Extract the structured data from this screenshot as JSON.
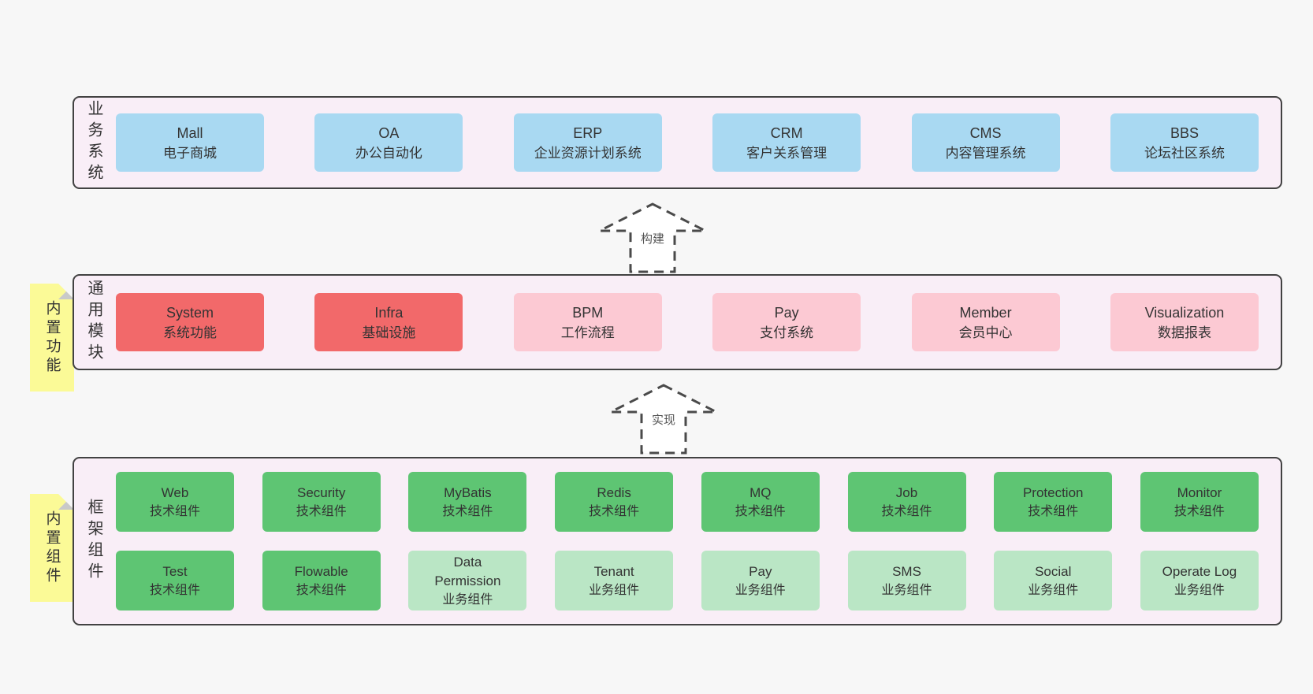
{
  "colors": {
    "page_bg": "#f7f7f7",
    "panel_bg": "#f9eef7",
    "panel_border": "#424242",
    "blue": "#a9d9f2",
    "red": "#f2696a",
    "pink": "#fcc9d3",
    "green": "#5ec573",
    "light_green": "#bae6c5",
    "yellow": "#fbfa97",
    "fold": "#c9c9c9",
    "text": "#333333",
    "arrow_stroke": "#4a4a4a"
  },
  "panels": [
    {
      "label": "业务系统",
      "boxes": [
        {
          "title": "Mall",
          "subtitle": "电子商城",
          "color": "blue"
        },
        {
          "title": "OA",
          "subtitle": "办公自动化",
          "color": "blue"
        },
        {
          "title": "ERP",
          "subtitle": "企业资源计划系统",
          "color": "blue"
        },
        {
          "title": "CRM",
          "subtitle": "客户关系管理",
          "color": "blue"
        },
        {
          "title": "CMS",
          "subtitle": "内容管理系统",
          "color": "blue"
        },
        {
          "title": "BBS",
          "subtitle": "论坛社区系统",
          "color": "blue"
        }
      ]
    },
    {
      "label": "通用模块",
      "note": "内置功能",
      "boxes": [
        {
          "title": "System",
          "subtitle": "系统功能",
          "color": "red"
        },
        {
          "title": "Infra",
          "subtitle": "基础设施",
          "color": "red"
        },
        {
          "title": "BPM",
          "subtitle": "工作流程",
          "color": "pink"
        },
        {
          "title": "Pay",
          "subtitle": "支付系统",
          "color": "pink"
        },
        {
          "title": "Member",
          "subtitle": "会员中心",
          "color": "pink"
        },
        {
          "title": "Visualization",
          "subtitle": "数据报表",
          "color": "pink"
        }
      ]
    },
    {
      "label": "框架组件",
      "note": "内置组件",
      "boxes": [
        {
          "title": "Web",
          "subtitle": "技术组件",
          "color": "green"
        },
        {
          "title": "Security",
          "subtitle": "技术组件",
          "color": "green"
        },
        {
          "title": "MyBatis",
          "subtitle": "技术组件",
          "color": "green"
        },
        {
          "title": "Redis",
          "subtitle": "技术组件",
          "color": "green"
        },
        {
          "title": "MQ",
          "subtitle": "技术组件",
          "color": "green"
        },
        {
          "title": "Job",
          "subtitle": "技术组件",
          "color": "green"
        },
        {
          "title": "Protection",
          "subtitle": "技术组件",
          "color": "green"
        },
        {
          "title": "Monitor",
          "subtitle": "技术组件",
          "color": "green"
        },
        {
          "title": "Test",
          "subtitle": "技术组件",
          "color": "green"
        },
        {
          "title": "Flowable",
          "subtitle": "技术组件",
          "color": "green"
        },
        {
          "title": "Data Permission",
          "subtitle": "业务组件",
          "color": "light_green"
        },
        {
          "title": "Tenant",
          "subtitle": "业务组件",
          "color": "light_green"
        },
        {
          "title": "Pay",
          "subtitle": "业务组件",
          "color": "light_green"
        },
        {
          "title": "SMS",
          "subtitle": "业务组件",
          "color": "light_green"
        },
        {
          "title": "Social",
          "subtitle": "业务组件",
          "color": "light_green"
        },
        {
          "title": "Operate Log",
          "subtitle": "业务组件",
          "color": "light_green"
        }
      ]
    }
  ],
  "arrows": [
    {
      "label": "构建"
    },
    {
      "label": "实现"
    }
  ]
}
